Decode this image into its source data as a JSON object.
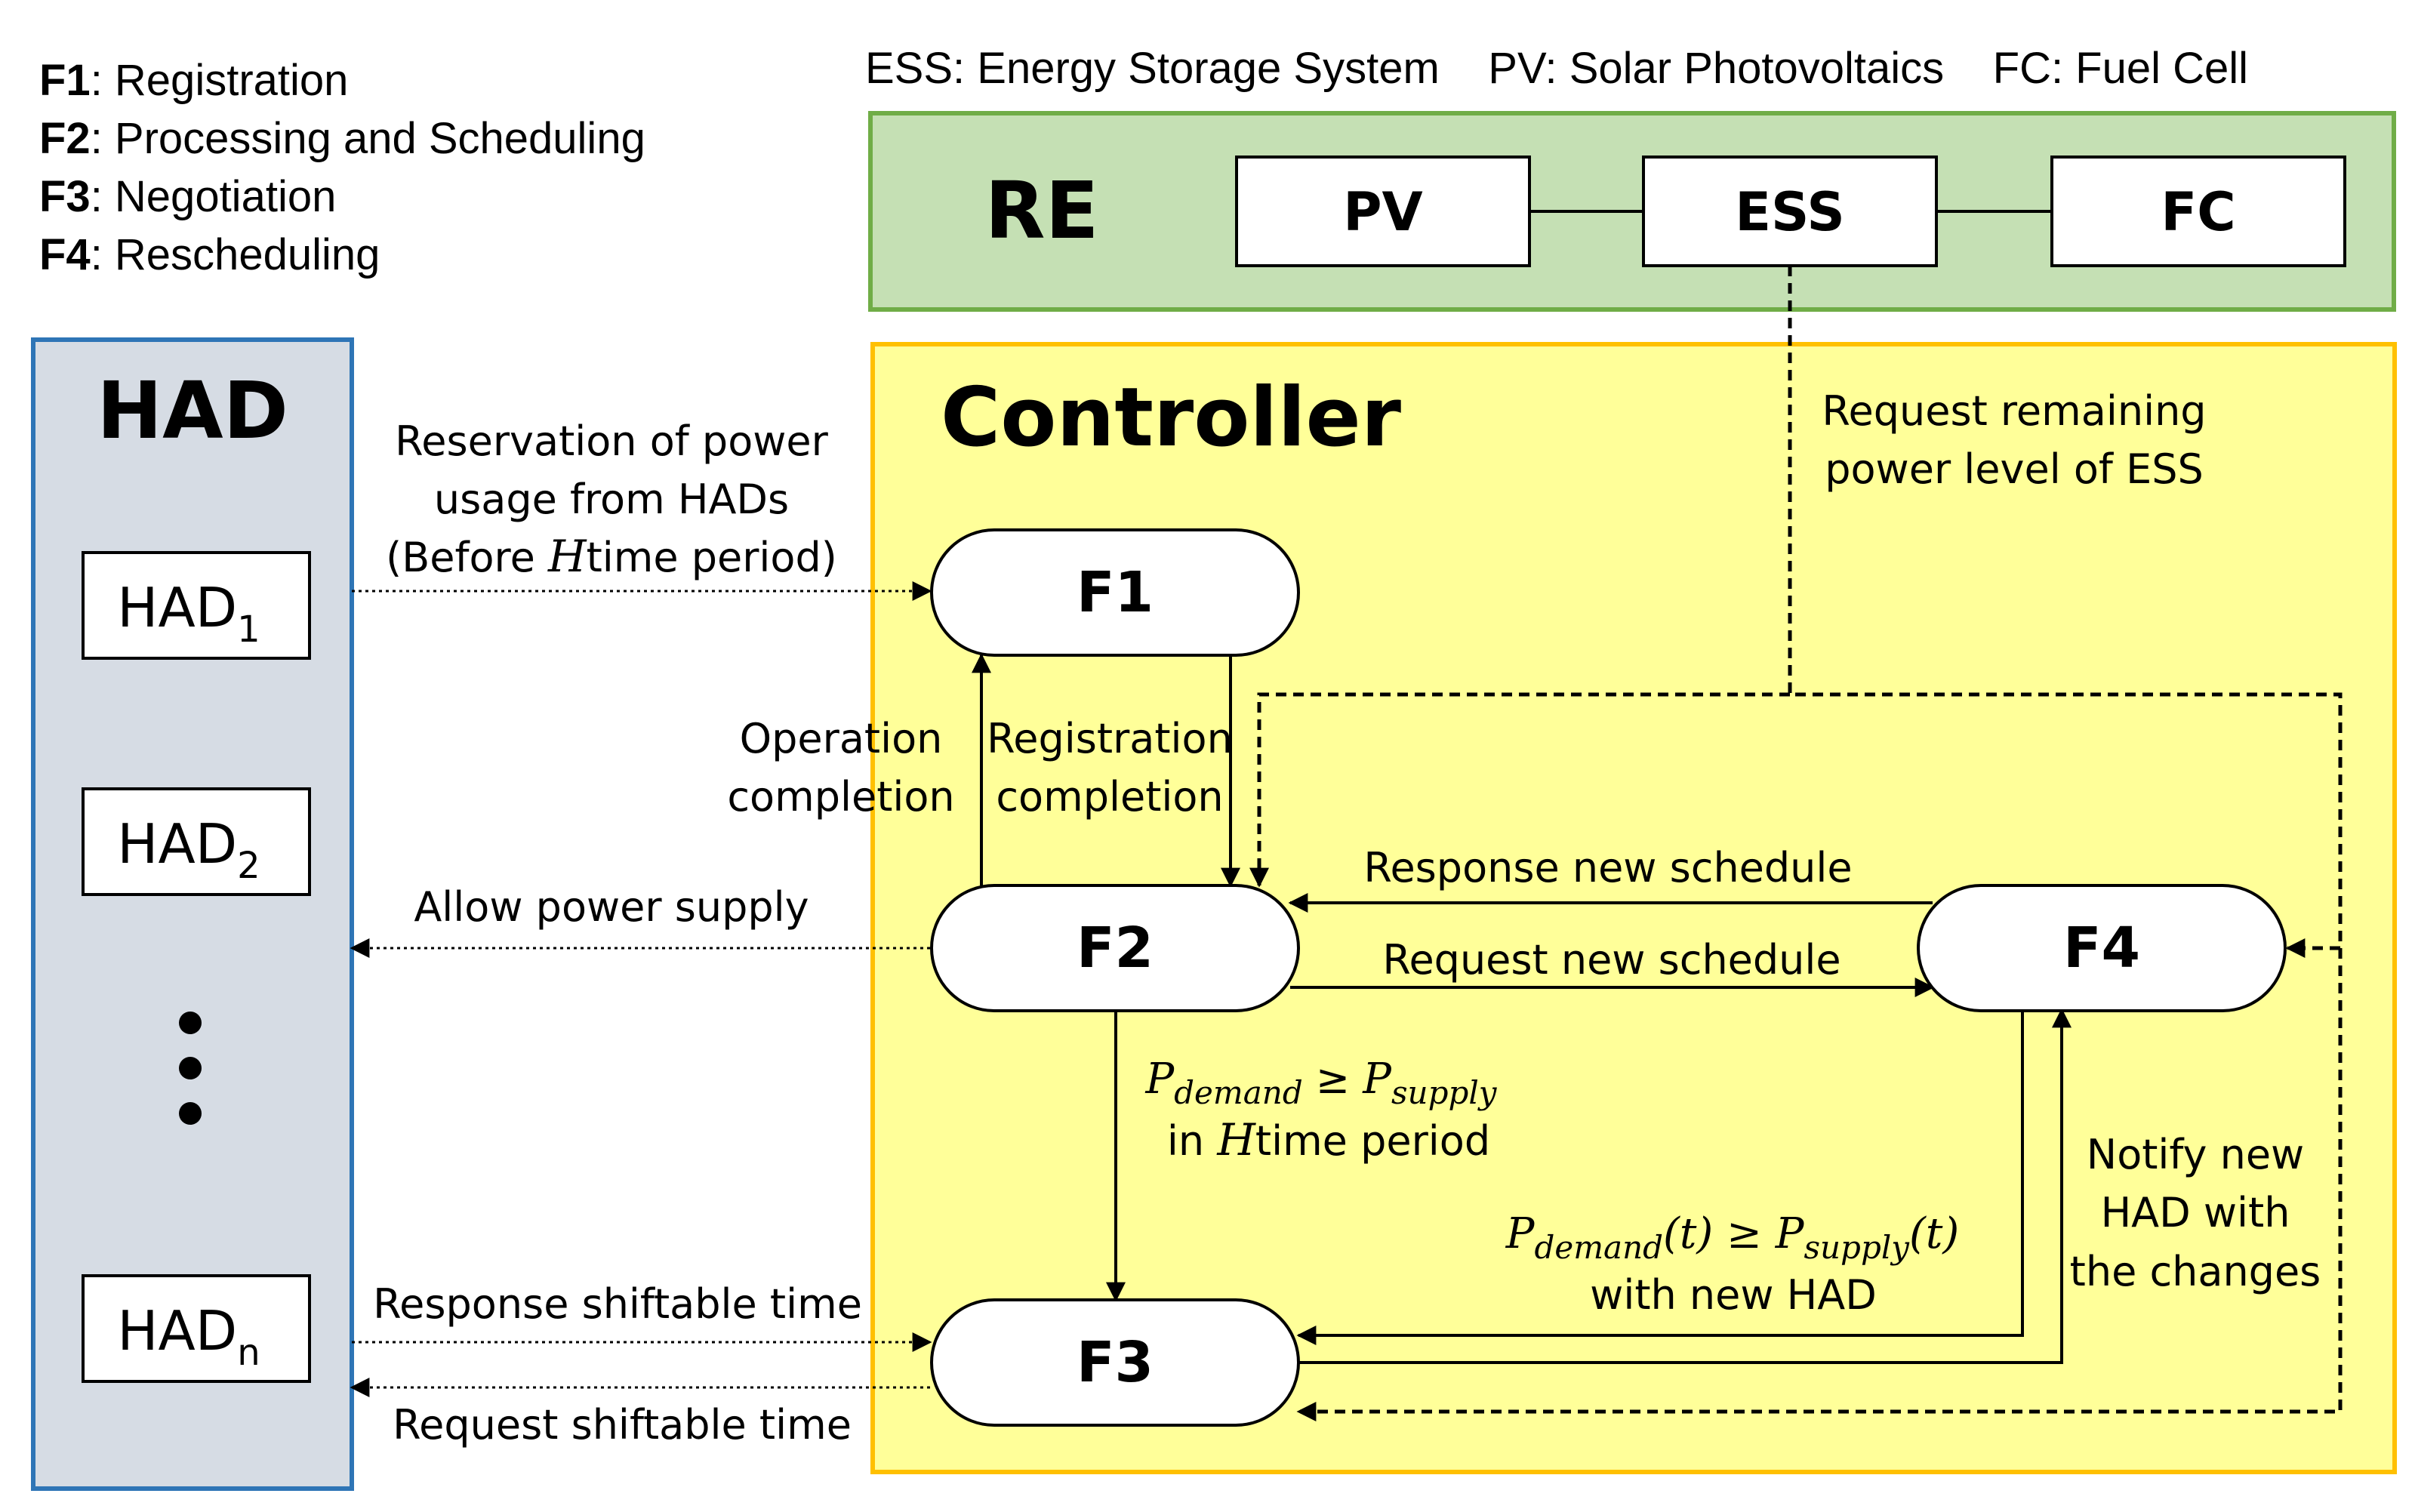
{
  "colors": {
    "had_panel_fill": "#d6dce4",
    "had_panel_border": "#2e75b6",
    "re_fill": "#c5e0b4",
    "re_border": "#70ad47",
    "controller_fill": "#ffff99",
    "controller_border": "#ffc000",
    "stroke": "#000000"
  },
  "legend": {
    "functions": [
      {
        "key": "F1",
        "text": ": Registration"
      },
      {
        "key": "F2",
        "text": ": Processing and Scheduling"
      },
      {
        "key": "F3",
        "text": ": Negotiation"
      },
      {
        "key": "F4",
        "text": ": Rescheduling"
      }
    ],
    "abbreviations": "ESS: Energy Storage System    PV: Solar Photovoltaics    FC: Fuel Cell"
  },
  "re": {
    "title": "RE",
    "units": [
      "PV",
      "ESS",
      "FC"
    ]
  },
  "had": {
    "title": "HAD",
    "devices": [
      {
        "base": "HAD",
        "sub": "1"
      },
      {
        "base": "HAD",
        "sub": "2"
      },
      {
        "base": "HAD",
        "sub": "n"
      }
    ],
    "ellipsis_icon": "vertical-ellipsis"
  },
  "controller": {
    "title": "Controller",
    "nodes": [
      "F1",
      "F2",
      "F3",
      "F4"
    ]
  },
  "labels": {
    "reservation": [
      "Reservation of power",
      "usage from HADs"
    ],
    "reservation_before": "(Before ",
    "reservation_H": "H",
    "reservation_after": "time period)",
    "request_ess": [
      "Request remaining",
      "power level of ESS"
    ],
    "operation_completion": [
      "Operation",
      "completion"
    ],
    "registration_completion": [
      "Registration",
      "completion"
    ],
    "allow_power_supply": "Allow power supply",
    "response_new_schedule": "Response new schedule",
    "request_new_schedule": "Request new schedule",
    "cond1_P": "P",
    "cond1_demand": "demand",
    "cond1_geq": " ≥ ",
    "cond1_supply": "supply",
    "cond1_in": "in ",
    "cond1_H": "H",
    "cond1_tail": "time period",
    "cond2_P": "P",
    "cond2_demand": "demand",
    "cond2_t1": "(t) ≥ ",
    "cond2_supply": "supply",
    "cond2_t2": "(t)",
    "cond2_line2": "with new HAD",
    "notify": [
      "Notify new",
      "HAD with",
      "the changes"
    ],
    "response_shiftable": "Response shiftable time",
    "request_shiftable": "Request shiftable time"
  }
}
